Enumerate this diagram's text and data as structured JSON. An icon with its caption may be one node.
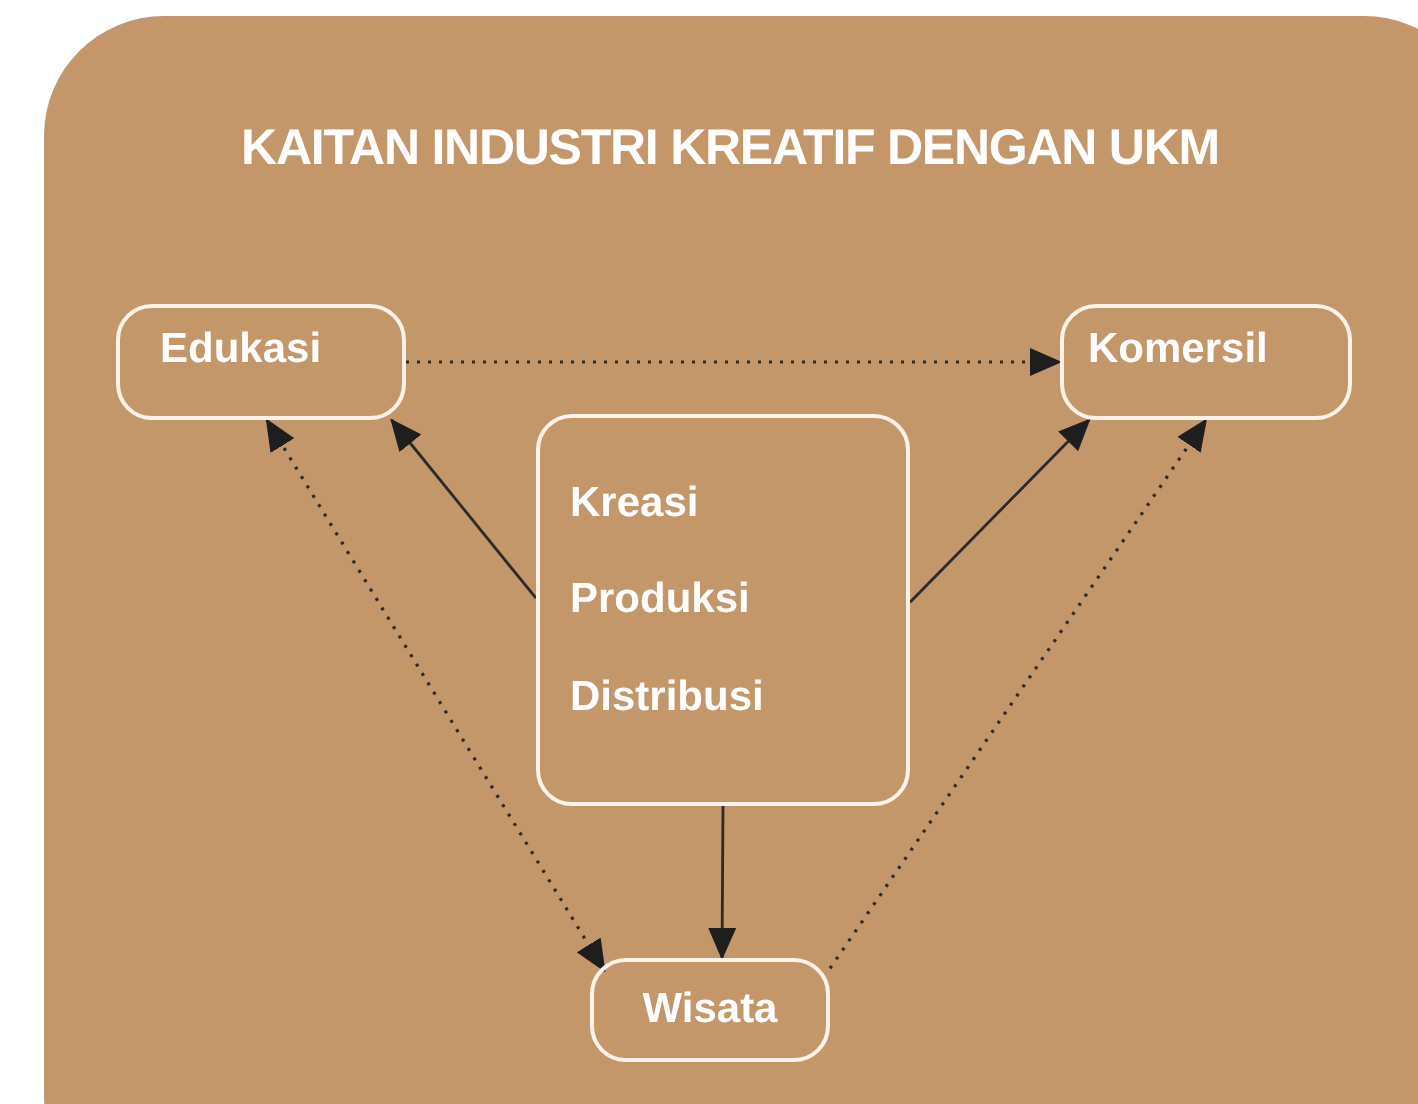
{
  "diagram": {
    "nodes": [
      {
        "text": [
          "KAITAN INDUSTRI KREATIF DENGAN UKM"
        ]
      },
      {
        "text": [
          "Edukasi"
        ],
        "in": 0
      },
      {
        "text": [
          "Komersil"
        ],
        "in": 0
      },
      {
        "text": [
          "Kreasi",
          "Produksi",
          "Distribusi"
        ],
        "in": 0
      },
      {
        "text": [
          "Wisata"
        ],
        "in": 0
      }
    ],
    "edges": [
      {
        "from": 1,
        "to": 2,
        "arrow": "to",
        "style": "dashed"
      },
      {
        "from": 3,
        "to": 1,
        "arrow": "to"
      },
      {
        "from": 3,
        "to": 2,
        "arrow": "to"
      },
      {
        "from": 3,
        "to": 4,
        "arrow": "to"
      },
      {
        "from": 1,
        "to": 4,
        "arrow": "both",
        "style": "dashed"
      },
      {
        "from": 4,
        "to": 2,
        "arrow": "to",
        "style": "dashed"
      }
    ]
  }
}
